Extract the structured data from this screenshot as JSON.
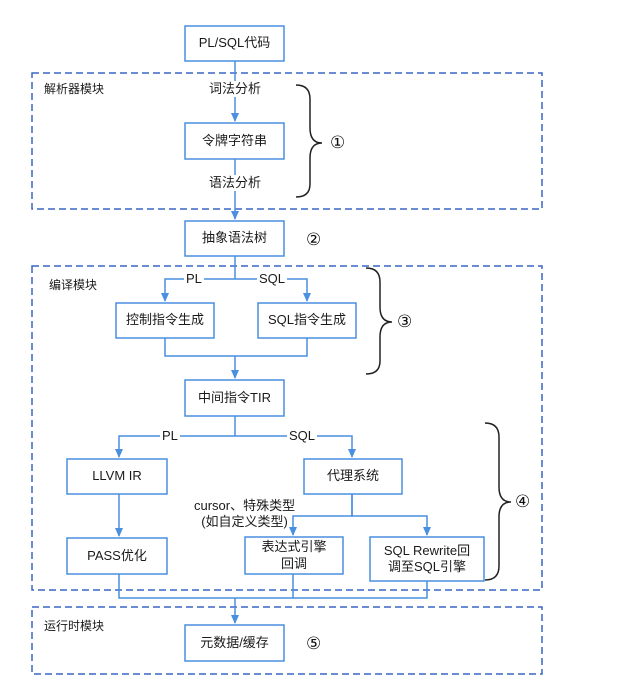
{
  "sections": {
    "parser": "解析器模块",
    "compile": "编译模块",
    "runtime": "运行时模块"
  },
  "nodes": {
    "plsql_code": "PL/SQL代码",
    "token_string": "令牌字符串",
    "ast": "抽象语法树",
    "control_gen": "控制指令生成",
    "sql_gen": "SQL指令生成",
    "tir": "中间指令TIR",
    "llvm_ir": "LLVM IR",
    "proxy": "代理系统",
    "pass_opt": "PASS优化",
    "expr_callback": "表达式引擎\n回调",
    "sql_rewrite": "SQL Rewrite回\n调至SQL引擎",
    "metadata_cache": "元数据/缓存"
  },
  "edge_labels": {
    "lexical": "词法分析",
    "syntax": "语法分析",
    "pl": "PL",
    "sql": "SQL",
    "special_types": "cursor、特殊类型\n(如自定义类型)"
  },
  "markers": {
    "m1": "①",
    "m2": "②",
    "m3": "③",
    "m4": "④",
    "m5": "⑤"
  },
  "colors": {
    "arrow": "#4a8fe0",
    "box_border": "#4a8fe0",
    "section_border": "#3a66c4",
    "bracket": "#222222"
  }
}
